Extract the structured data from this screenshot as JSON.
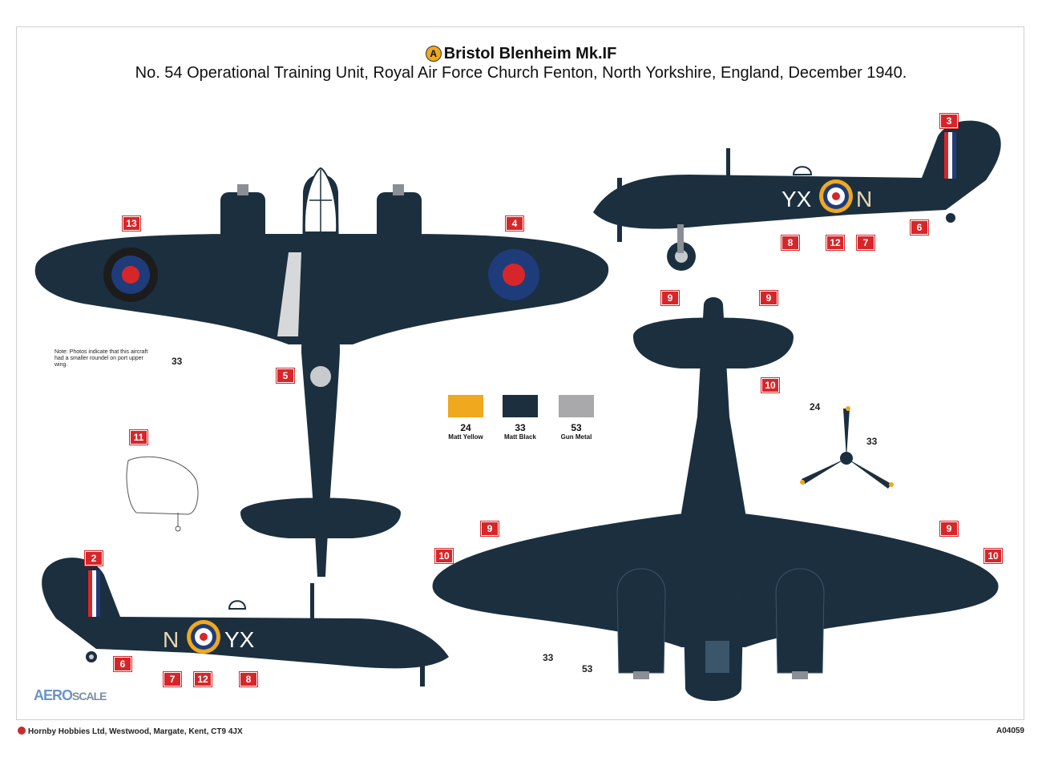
{
  "header": {
    "badge": "A",
    "title": "Bristol Blenheim Mk.IF",
    "subtitle": "No. 54 Operational Training Unit, Royal Air Force Church Fenton, North Yorkshire, England, December 1940."
  },
  "note": "Note: Photos indicate that this aircraft had a smaller roundel on port upper wing.",
  "paints": [
    {
      "num": "24",
      "name": "Matt Yellow",
      "color": "#f0a81f"
    },
    {
      "num": "33",
      "name": "Matt Black",
      "color": "#1b2f3f"
    },
    {
      "num": "53",
      "name": "Gun Metal",
      "color": "#a9a9ab"
    }
  ],
  "callouts": {
    "c13": "13",
    "c4": "4",
    "c5": "5",
    "c3": "3",
    "c8": "8",
    "c12": "12",
    "c7": "7",
    "c6": "6",
    "c9a": "9",
    "c9b": "9",
    "c10a": "10",
    "c11": "11",
    "c2": "2",
    "c6b": "6",
    "c7b": "7",
    "c12b": "12",
    "c8b": "8",
    "c9c": "9",
    "c9d": "9",
    "c10b": "10",
    "c10c": "10"
  },
  "labels": {
    "l33a": "33",
    "l24": "24",
    "l33b": "33",
    "l33c": "33",
    "l53": "53"
  },
  "codes": {
    "top_left": "YX",
    "top_right": "N",
    "bottom_left": "N",
    "bottom_right": "YX"
  },
  "colors": {
    "body": "#1b2f3f",
    "panel": "#2c4356",
    "roundel_red": "#d7262a",
    "roundel_blue": "#1e3c7a",
    "yellow": "#f0a81f"
  },
  "footer": {
    "left": "Hornby Hobbies Ltd, Westwood, Margate, Kent, CT9 4JX",
    "right": "A04059"
  },
  "watermark": {
    "a": "AERO",
    "b": "SCALE"
  }
}
